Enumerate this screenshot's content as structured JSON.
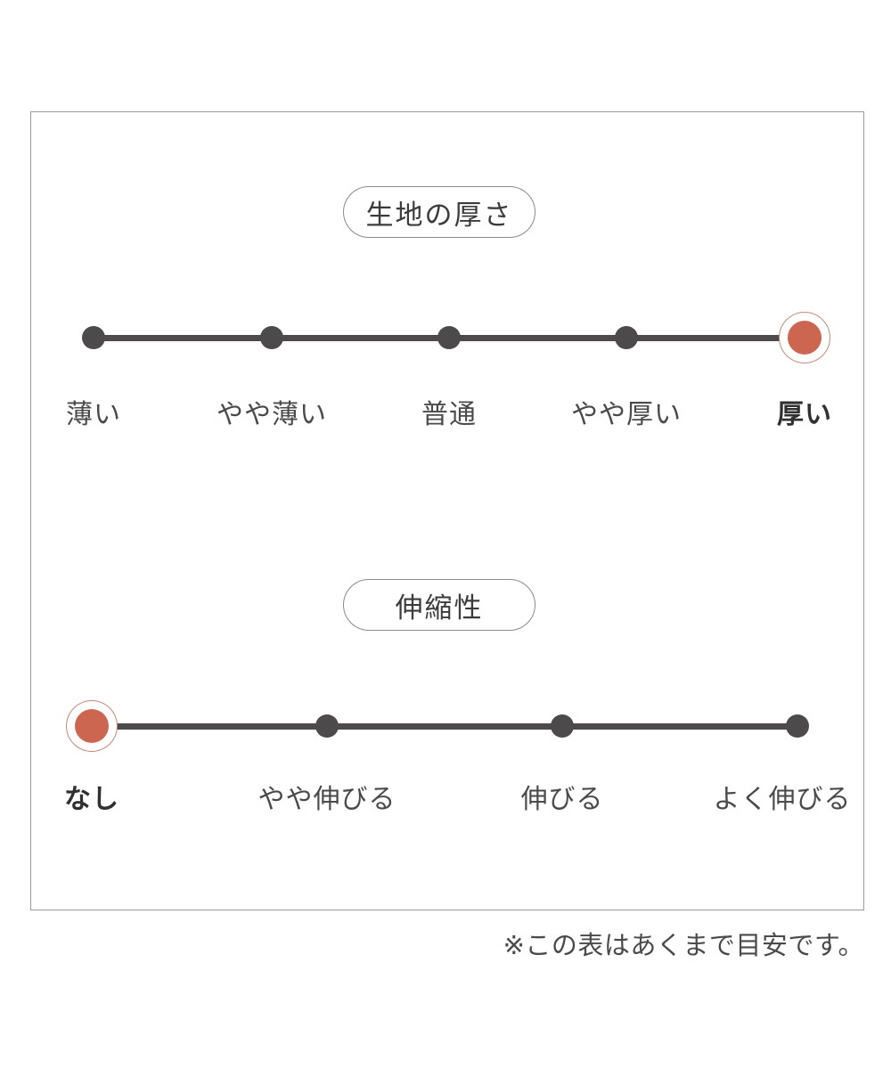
{
  "panel": {
    "border_color": "#9a9a9a",
    "background": "#ffffff"
  },
  "accent_color": "#cc6650",
  "node_color": "#4c4a4b",
  "sections": [
    {
      "id": "fabric-thickness",
      "title": "生地の厚さ",
      "selected_index": 4,
      "options": [
        {
          "label": "薄い",
          "selected": false
        },
        {
          "label": "やや薄い",
          "selected": false
        },
        {
          "label": "普通",
          "selected": false
        },
        {
          "label": "やや厚い",
          "selected": false
        },
        {
          "label": "厚い",
          "selected": true
        }
      ]
    },
    {
      "id": "stretchiness",
      "title": "伸縮性",
      "selected_index": 0,
      "options": [
        {
          "label": "なし",
          "selected": true
        },
        {
          "label": "やや伸びる",
          "selected": false
        },
        {
          "label": "伸びる",
          "selected": false
        },
        {
          "label": "よく伸びる",
          "selected": false
        }
      ]
    }
  ],
  "footnote": "※この表はあくまで目安です。",
  "chart_data": {
    "type": "table",
    "title": "",
    "scales": [
      {
        "name": "生地の厚さ",
        "categories": [
          "薄い",
          "やや薄い",
          "普通",
          "やや厚い",
          "厚い"
        ],
        "values": [
          0,
          0,
          0,
          0,
          1
        ],
        "selected": "厚い",
        "selected_index": 4,
        "n_steps": 5
      },
      {
        "name": "伸縮性",
        "categories": [
          "なし",
          "やや伸びる",
          "伸びる",
          "よく伸びる"
        ],
        "values": [
          1,
          0,
          0,
          0
        ],
        "selected": "なし",
        "selected_index": 0,
        "n_steps": 4
      }
    ],
    "note": "※この表はあくまで目安です。"
  }
}
